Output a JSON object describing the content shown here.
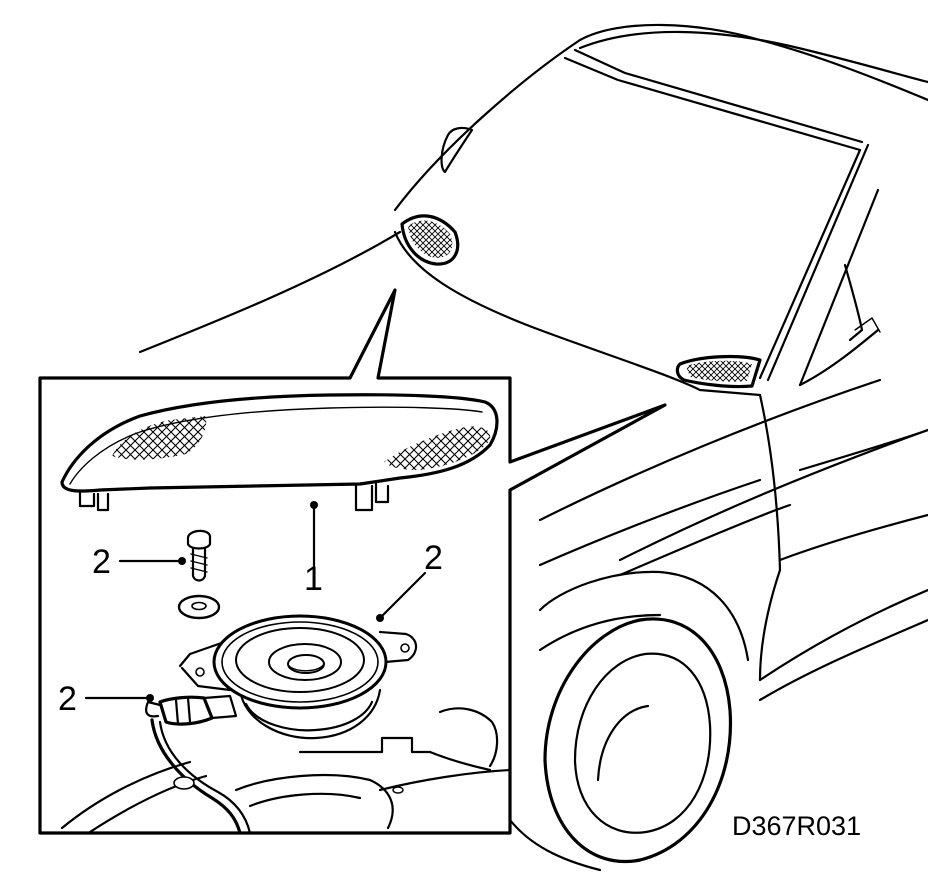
{
  "diagram": {
    "reference_code": "D367R031",
    "callouts": {
      "cover": "1",
      "screw": "2",
      "speaker": "2",
      "connector": "2"
    }
  }
}
